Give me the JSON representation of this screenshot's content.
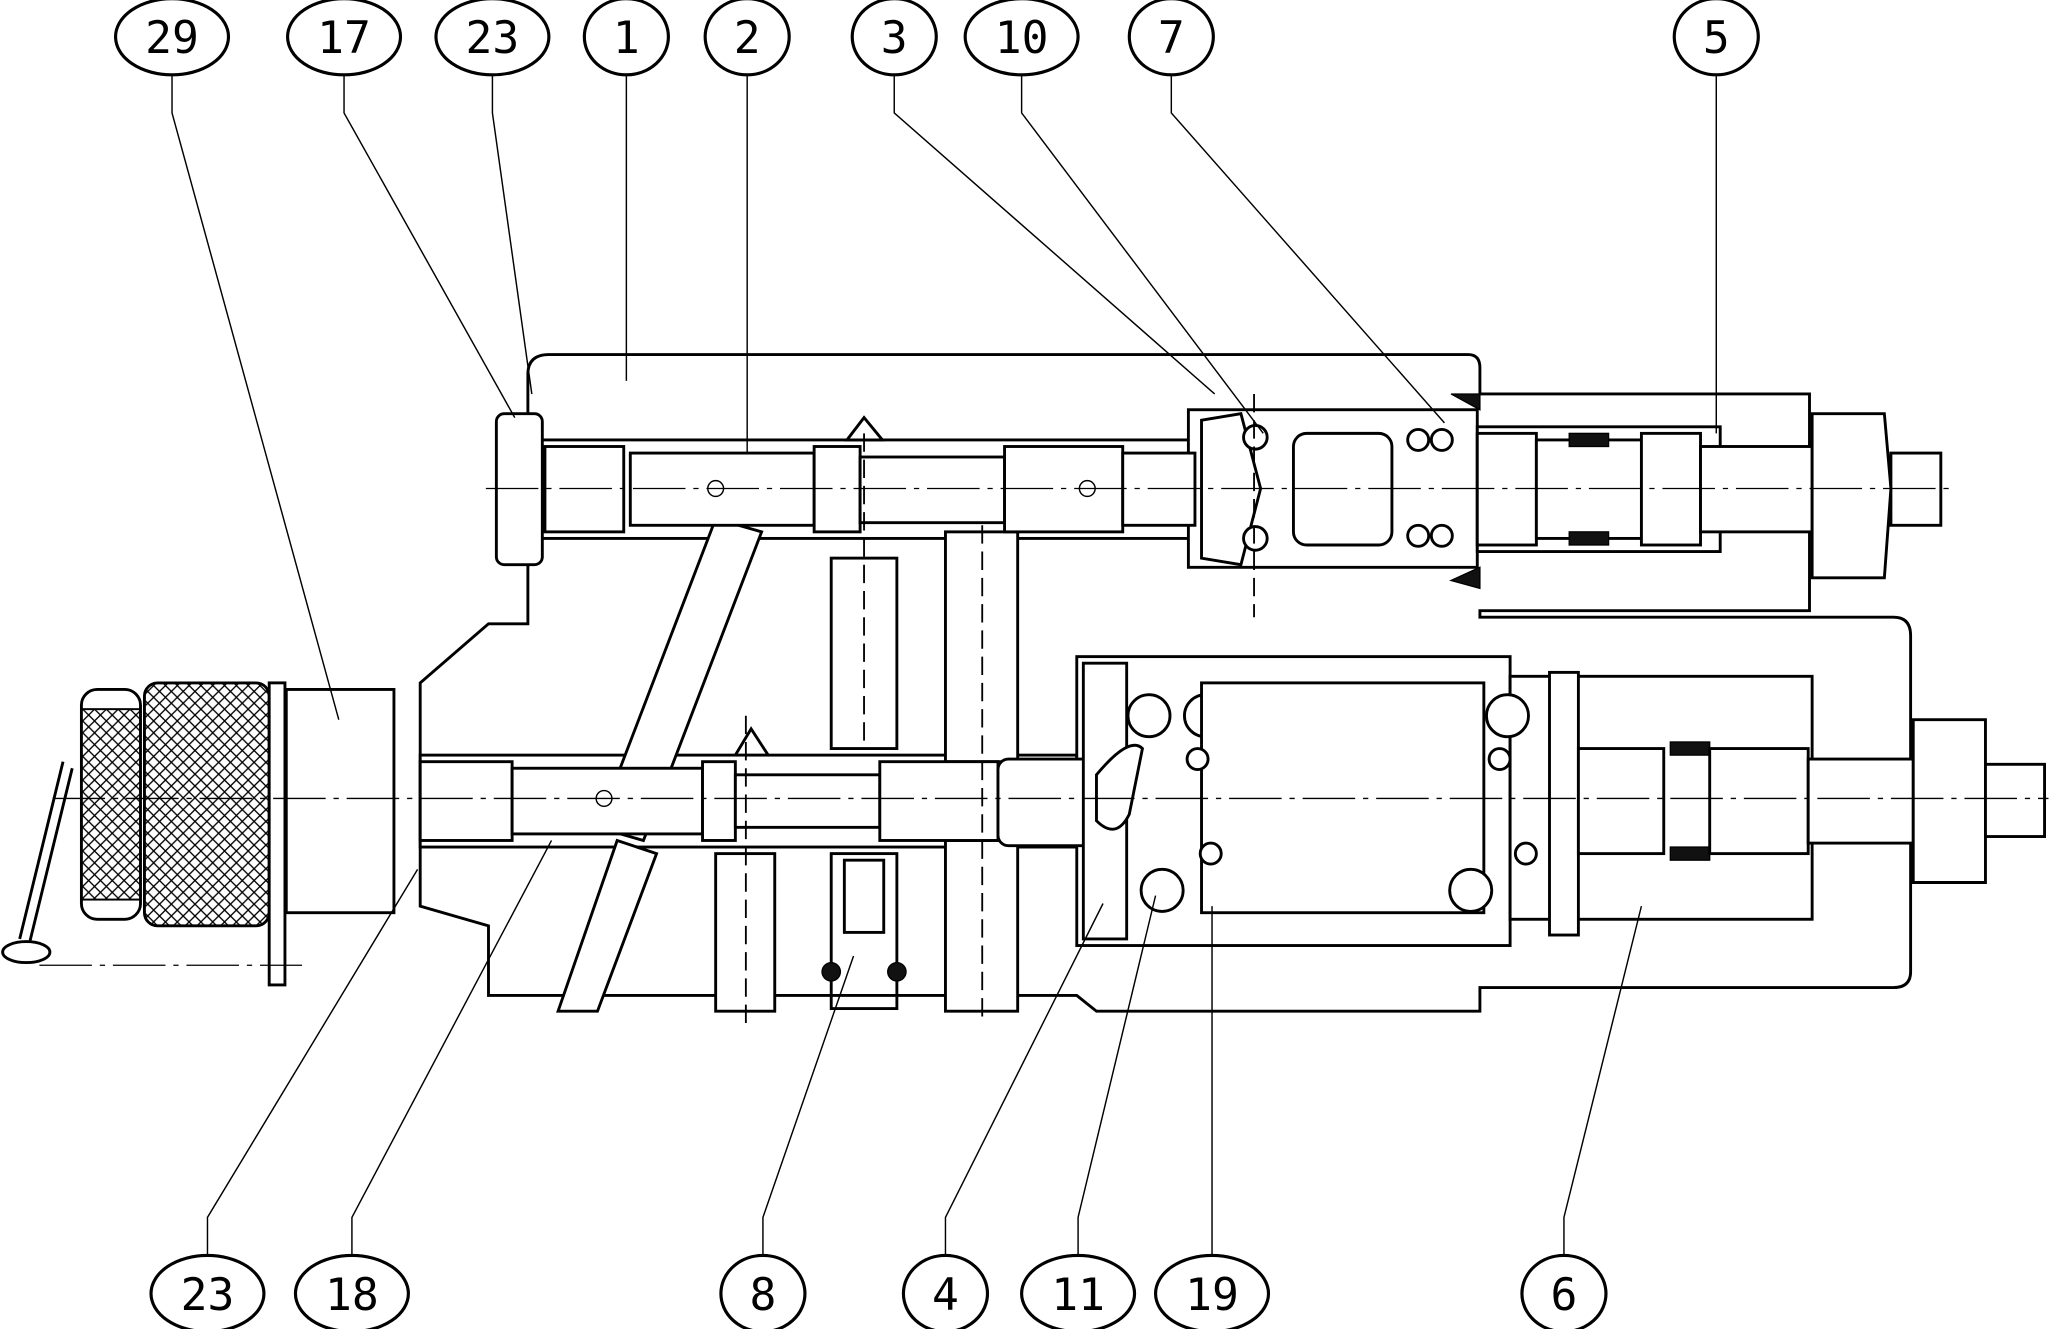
{
  "title": "Valve assembly sectional drawing",
  "balloons_top": [
    "29",
    "17",
    "23",
    "1",
    "2",
    "3",
    "10",
    "7",
    "5"
  ],
  "balloons_bottom": [
    "23",
    "18",
    "8",
    "4",
    "11",
    "19",
    "6"
  ],
  "colors": {
    "line": "#000000",
    "background": "#ffffff"
  }
}
